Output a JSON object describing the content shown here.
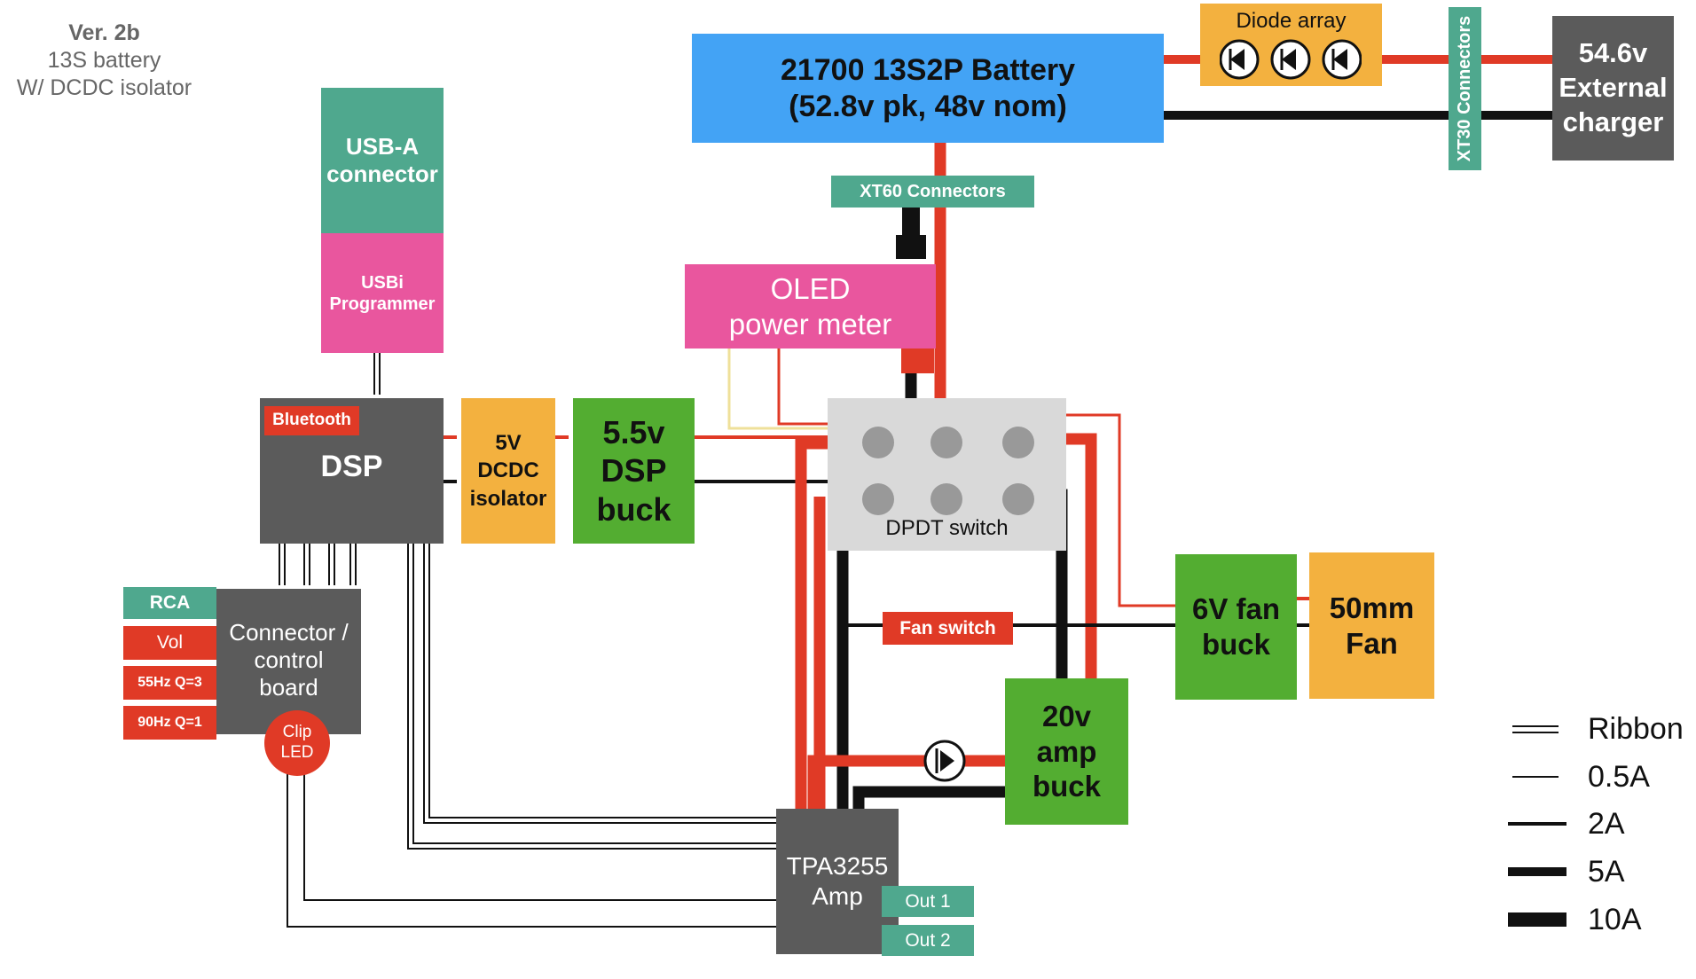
{
  "version": {
    "line1": "Ver. 2b",
    "line2": "13S battery",
    "line3": "W/ DCDC isolator"
  },
  "blocks": {
    "battery": "21700 13S2P Battery\n(52.8v pk, 48v nom)",
    "diode_array": "Diode array",
    "xt30": "XT30 Connectors",
    "charger": "54.6v\nExternal\ncharger",
    "xt60": "XT60 Connectors",
    "oled": "OLED\npower meter",
    "usb_a": "USB-A\nconnector",
    "usbi": "USBi\nProgrammer",
    "bluetooth": "Bluetooth",
    "dsp": "DSP",
    "dcdc": "5V\nDCDC\nisolator",
    "dsp_buck": "5.5v\nDSP\nbuck",
    "dpdt": "DPDT switch",
    "rca": "RCA",
    "vol": "Vol",
    "eq1": "55Hz Q=3",
    "eq2": "90Hz Q=1",
    "control_board": "Connector /\ncontrol\nboard",
    "clip_led": "Clip\nLED",
    "fan_switch": "Fan switch",
    "fan_buck": "6V fan\nbuck",
    "fan": "50mm\nFan",
    "amp_buck": "20v\namp\nbuck",
    "amp": "TPA3255\nAmp",
    "out1": "Out 1",
    "out2": "Out 2"
  },
  "legend": [
    {
      "label": "Ribbon",
      "style": "ribbon"
    },
    {
      "label": "0.5A",
      "style": "thin"
    },
    {
      "label": "2A",
      "style": "medium"
    },
    {
      "label": "5A",
      "style": "thick"
    },
    {
      "label": "10A",
      "style": "heavy"
    }
  ],
  "colors": {
    "gray": "#5b5b5b",
    "blue": "#43a3f5",
    "teal": "#4fa88e",
    "pink": "#e9569e",
    "orange": "#f3b13f",
    "green": "#53ad31",
    "red": "#e03a26"
  }
}
